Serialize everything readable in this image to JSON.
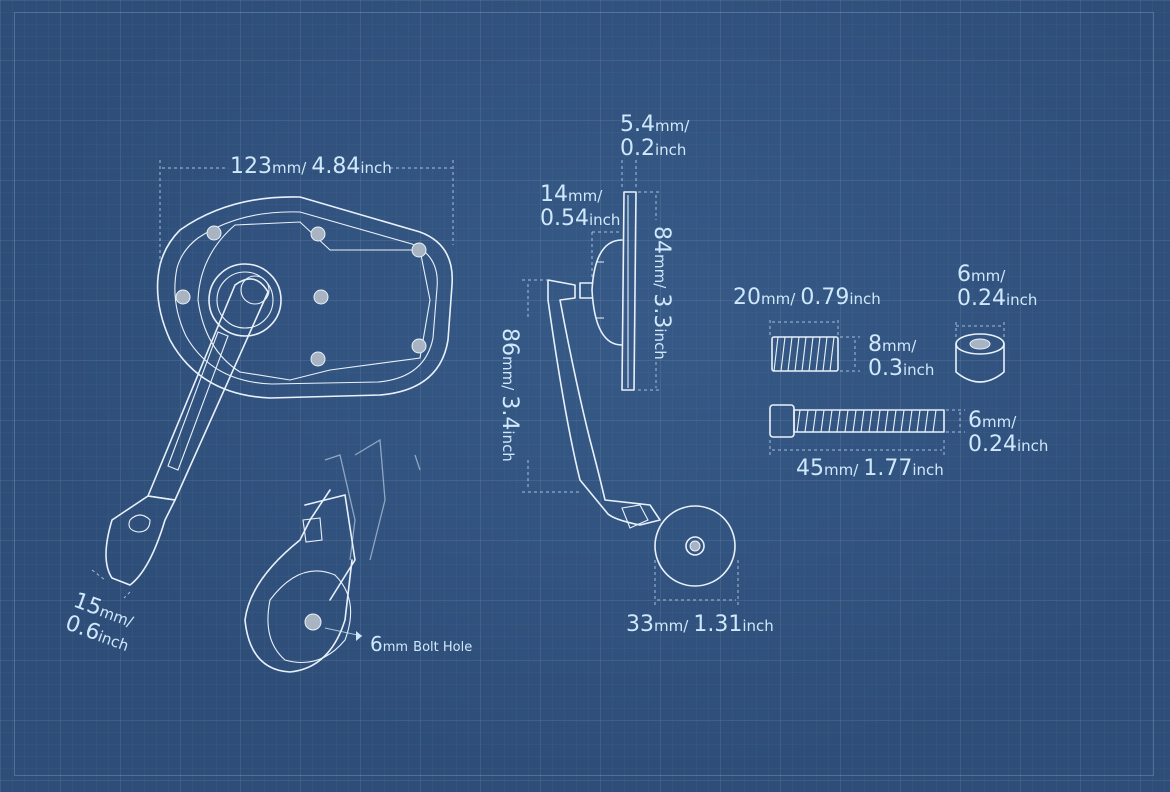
{
  "dimensions": {
    "mirror_width": {
      "value": "123",
      "unit": "mm",
      "sep": "/",
      "value2": "4.84",
      "unit2": "inch"
    },
    "arm_width": {
      "value": "15",
      "unit": "mm",
      "sep": "/",
      "value2": "0.6",
      "unit2": "inch"
    },
    "mirror_thickness": {
      "value": "5.4",
      "unit": "mm",
      "sep": "/",
      "value2": "0.2",
      "unit2": "inch"
    },
    "mount_depth": {
      "value": "14",
      "unit": "mm",
      "sep": "/",
      "value2": "0.54",
      "unit2": "inch"
    },
    "mirror_height": {
      "value": "84",
      "unit": "mm",
      "sep": "/",
      "value2": "3.3",
      "unit2": "inch"
    },
    "arm_height": {
      "value": "86",
      "unit": "mm",
      "sep": "/",
      "value2": "3.4",
      "unit2": "inch"
    },
    "clamp_width": {
      "value": "33",
      "unit": "mm",
      "sep": "/",
      "value2": "1.31",
      "unit2": "inch"
    },
    "insert_length": {
      "value": "20",
      "unit": "mm",
      "sep": "/",
      "value2": "0.79",
      "unit2": "inch"
    },
    "insert_diameter": {
      "value": "8",
      "unit": "mm",
      "sep": "/",
      "value2": "0.3",
      "unit2": "inch"
    },
    "spacer_height": {
      "value": "6",
      "unit": "mm",
      "sep": "/",
      "value2": "0.24",
      "unit2": "inch"
    },
    "bolt_length": {
      "value": "45",
      "unit": "mm",
      "sep": "/",
      "value2": "1.77",
      "unit2": "inch"
    },
    "bolt_diameter": {
      "value": "6",
      "unit": "mm",
      "sep": "/",
      "value2": "0.24",
      "unit2": "inch"
    }
  },
  "callout": {
    "value": "6",
    "unit": "mm",
    "text": "Bolt Hole"
  },
  "colors": {
    "background": "#2e4e79",
    "line": "#e8f1fb",
    "label": "#cfe8fb"
  }
}
